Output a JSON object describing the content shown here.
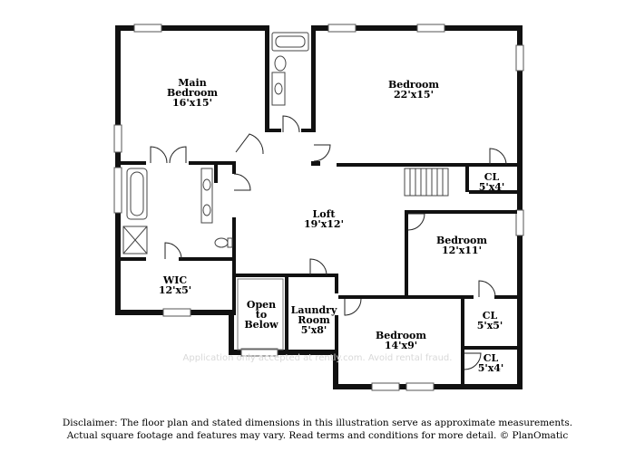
{
  "rooms": {
    "main_bedroom": {
      "name_line1": "Main",
      "name_line2": "Bedroom",
      "size": "16'x15'"
    },
    "bedroom_1": {
      "name": "Bedroom",
      "size": "22'x15'"
    },
    "closet_1": {
      "name": "CL",
      "size": "5'x4'"
    },
    "loft": {
      "name": "Loft",
      "size": "19'x12'"
    },
    "bedroom_2": {
      "name": "Bedroom",
      "size": "12'x11'"
    },
    "wic": {
      "name": "WIC",
      "size": "12'x5'"
    },
    "open_to_below": {
      "line1": "Open",
      "line2": "to",
      "line3": "Below"
    },
    "laundry": {
      "name_line1": "Laundry",
      "name_line2": "Room",
      "size": "5'x8'"
    },
    "bedroom_3": {
      "name": "Bedroom",
      "size": "14'x9'"
    },
    "closet_2": {
      "name": "CL",
      "size": "5'x5'"
    },
    "closet_3": {
      "name": "CL",
      "size": "5'x4'"
    }
  },
  "watermark": "Application only accepted at rently.com. Avoid rental fraud.",
  "disclaimer": {
    "line1": "Disclaimer: The floor plan and stated dimensions in this illustration serve as approximate measurements.",
    "line2": "Actual square footage and features may vary. Read terms and conditions for more detail. © PlanOmatic"
  }
}
